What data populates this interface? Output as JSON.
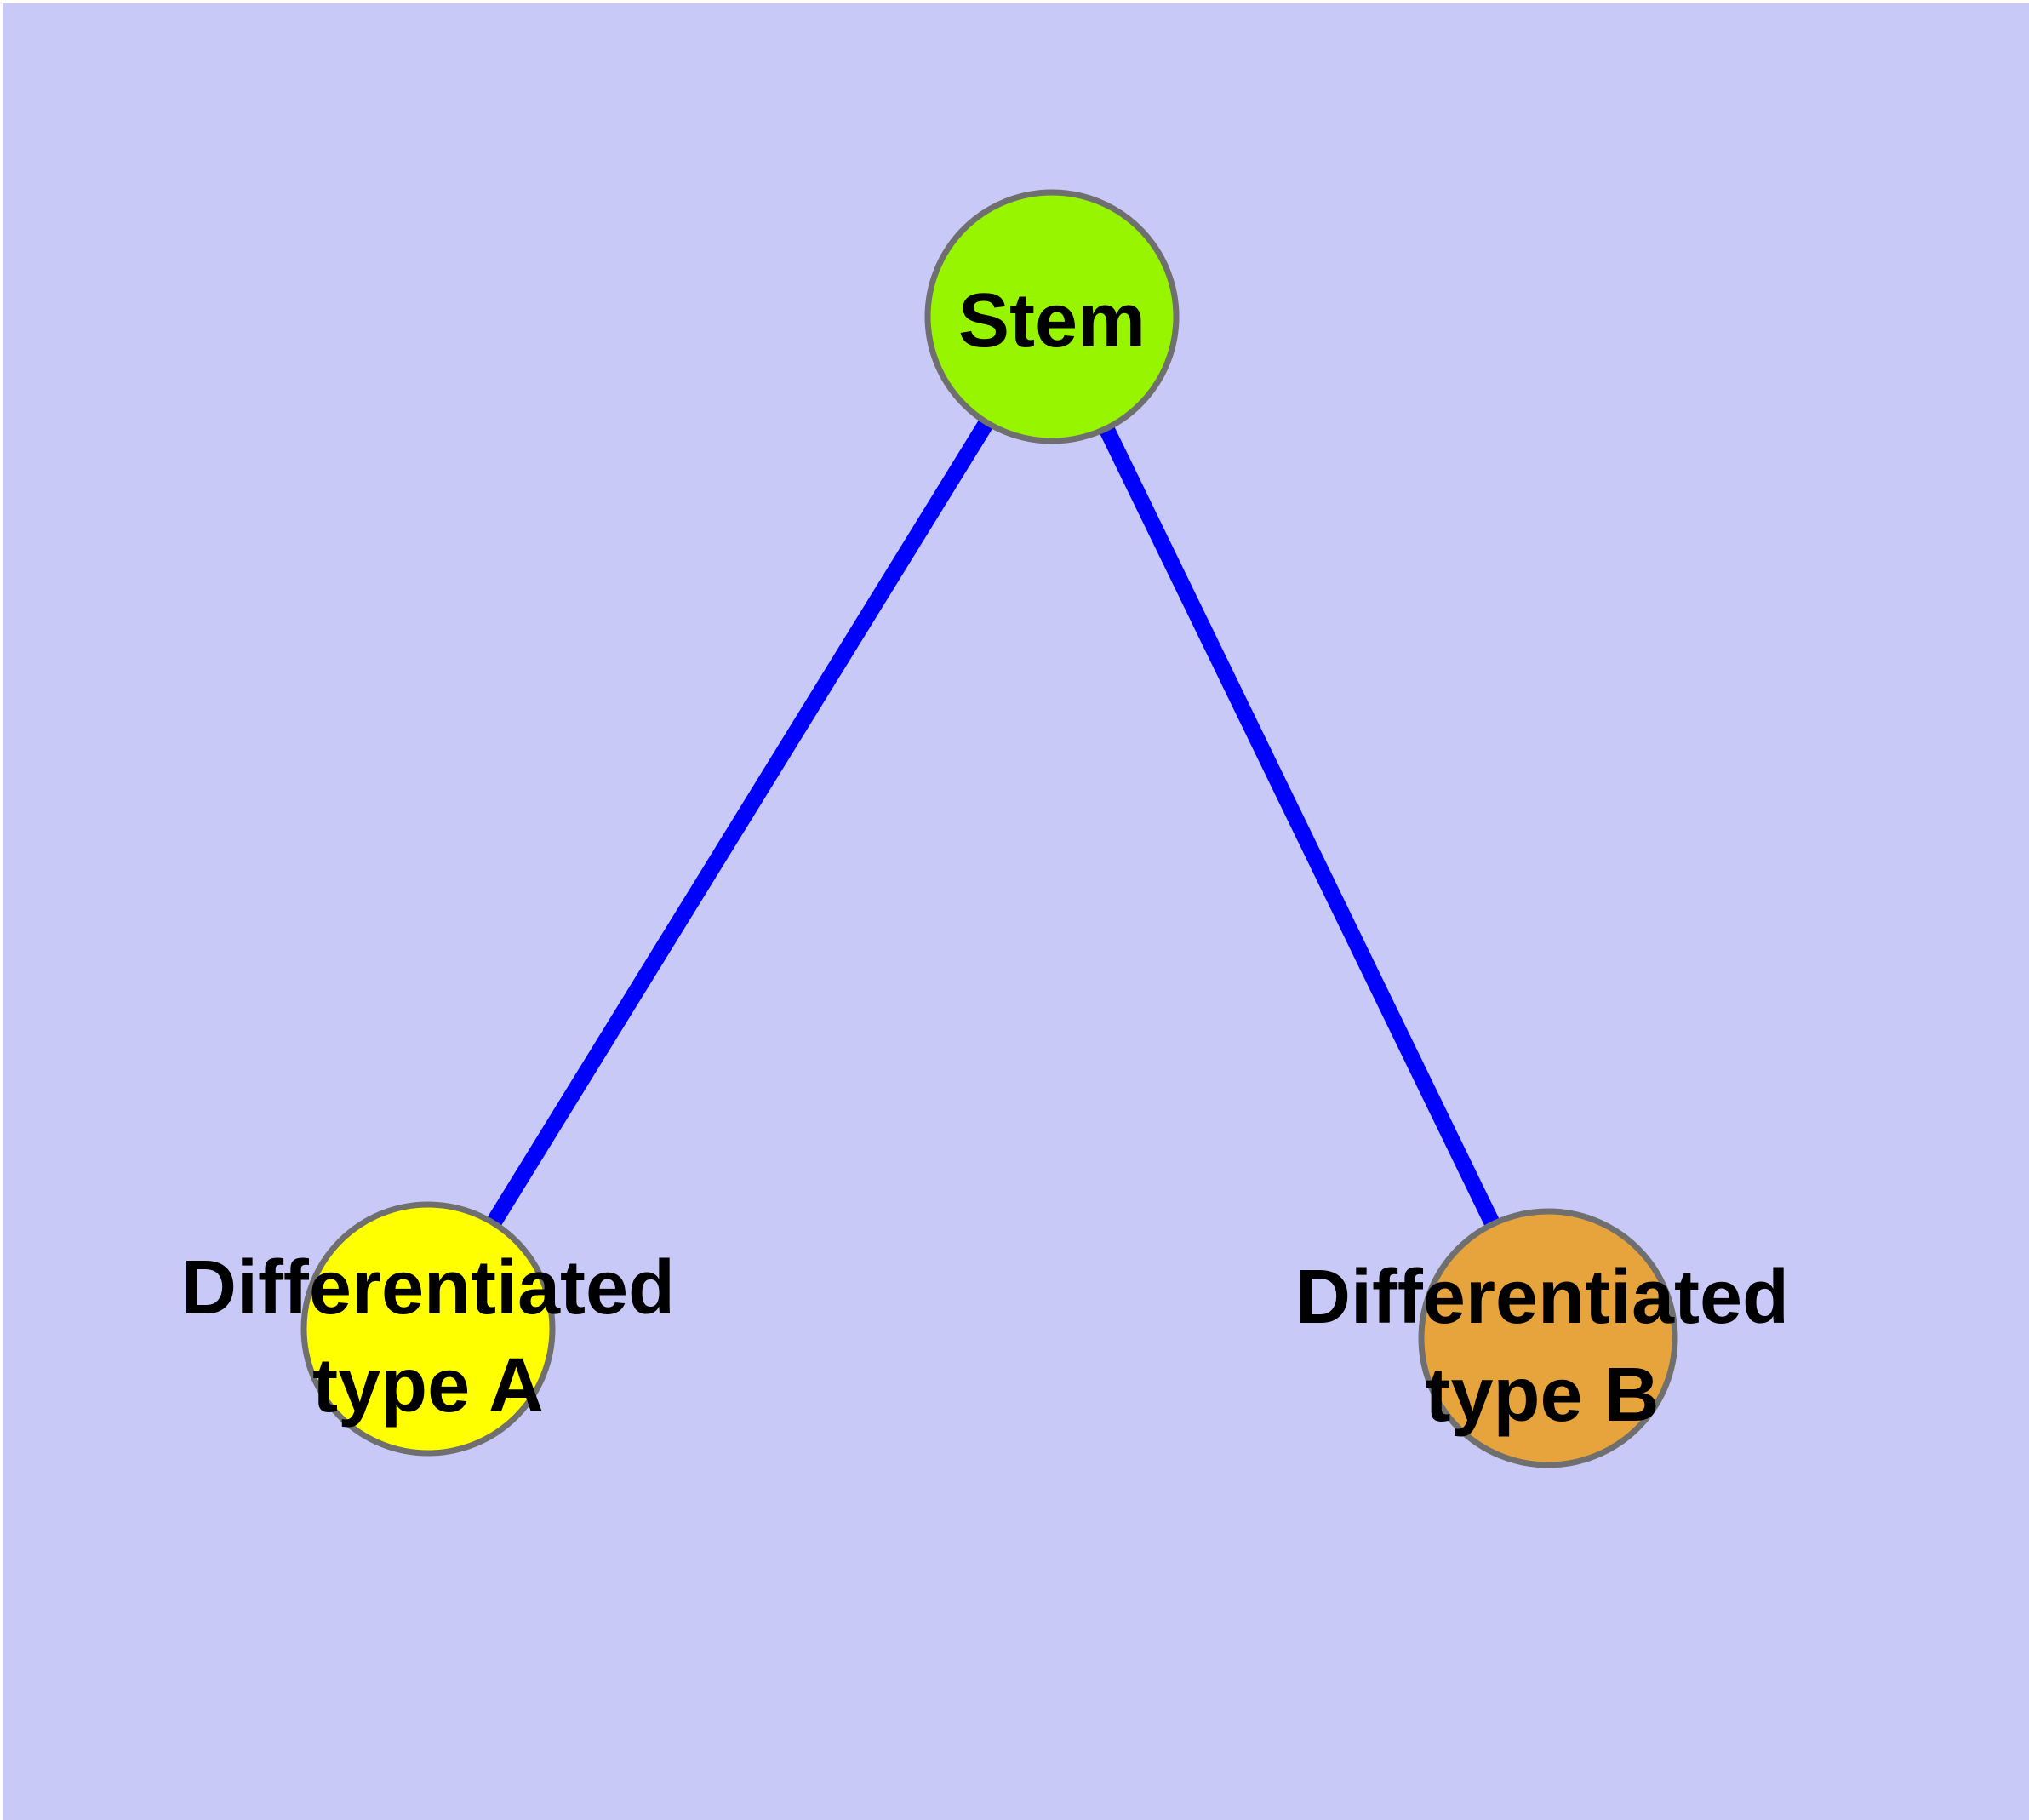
{
  "colors": {
    "background": "#C9C9F7",
    "edge": "#0000FE",
    "node_border": "#6F6F6F",
    "label_text": "#000000",
    "stem_fill": "#97F500",
    "type_a_fill": "#FFFF00",
    "type_b_fill": "#E7A33C"
  },
  "nodes": {
    "stem": {
      "label": "Stem"
    },
    "type_a": {
      "label": "Differentiated type A",
      "line1": "Differentiated",
      "line2": "type A"
    },
    "type_b": {
      "label": "Differentiated type B",
      "line1": "Differentiated",
      "line2": "type B"
    }
  },
  "edges": [
    {
      "from": "Stem",
      "to": "Differentiated type A"
    },
    {
      "from": "Stem",
      "to": "Differentiated type B"
    }
  ]
}
